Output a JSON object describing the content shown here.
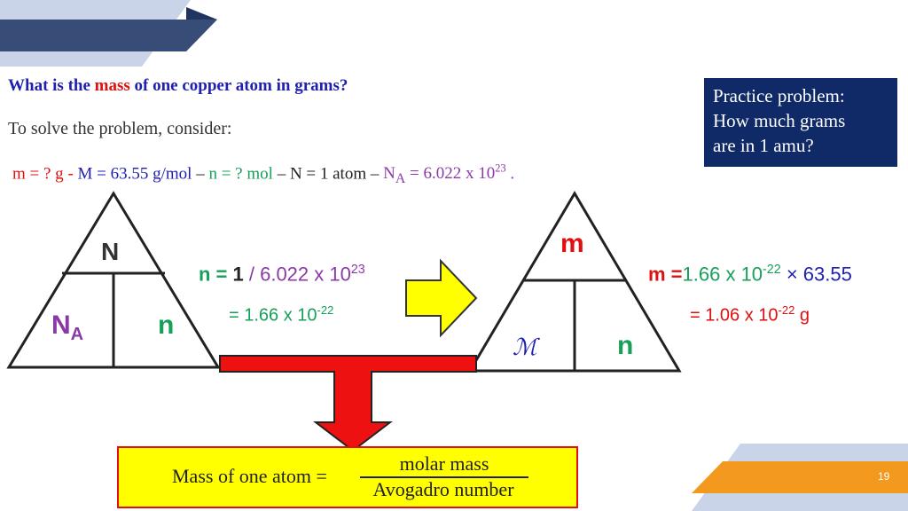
{
  "question": {
    "before": "What is the ",
    "highlight": "mass",
    "after": " of one copper atom in grams?"
  },
  "consider": "To solve the problem, consider:",
  "givens": {
    "m": "m = ? g",
    "sep1": "-",
    "M": "M = 63.55 g/mol",
    "dash1": "–",
    "n": "n = ? mol",
    "dash2": "–",
    "N": "N = 1 atom",
    "dash3": "–",
    "NA_pre": "N",
    "NA_sub": "A",
    "NA_val": " = 6.022 x 10",
    "NA_exp": "23",
    "end": "."
  },
  "practice": {
    "line1": "Practice problem:",
    "line2": "How much grams",
    "line3": "are in 1 amu?"
  },
  "triangle_left": {
    "top": "N",
    "bl": "N",
    "bl_sub": "A",
    "br": "n"
  },
  "triangle_right": {
    "top": "m",
    "bl": "ℳ",
    "br": "n"
  },
  "eq_left": {
    "n_label": "n = ",
    "one": "1",
    "rest": " / 6.022 x 10",
    "exp": "23",
    "result": "= 1.66 x 10",
    "result_exp": "-22"
  },
  "eq_right": {
    "m_label": "m =",
    "val": "1.66 x 10",
    "val_exp": "-22",
    "times": " × 63.55",
    "result": "= 1.06 x 10",
    "result_exp": "-22",
    "unit": " g"
  },
  "formula": {
    "label": "Mass of one atom =",
    "numerator": "molar mass",
    "denominator": "Avogadro number"
  },
  "page_number": "19",
  "colors": {
    "red": "#e01010",
    "blue": "#1f1fb0",
    "green": "#16a05a",
    "purple": "#8a3aa8",
    "navy": "#0f2a66",
    "yellow": "#ffff00",
    "orange": "#f39a1e"
  }
}
